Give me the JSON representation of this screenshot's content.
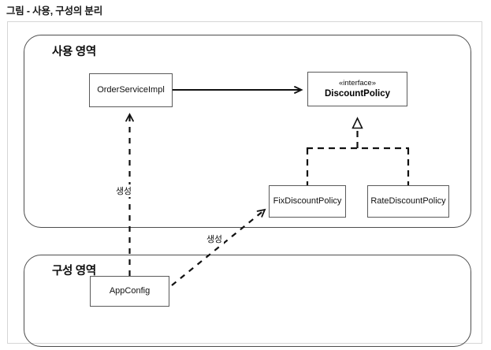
{
  "caption": "그림 - 사용, 구성의 분리",
  "diagram": {
    "type": "uml-class-diagram",
    "regions": [
      {
        "id": "use-region",
        "label": "사용 영역"
      },
      {
        "id": "config-region",
        "label": "구성 영역"
      }
    ],
    "nodes": [
      {
        "id": "order-service-impl",
        "label": "OrderServiceImpl",
        "stereotype": "",
        "region": "use-region"
      },
      {
        "id": "discount-policy",
        "label": "DiscountPolicy",
        "stereotype": "«interface»",
        "region": "use-region"
      },
      {
        "id": "fix-discount-policy",
        "label": "FixDiscountPolicy",
        "stereotype": "",
        "region": "use-region"
      },
      {
        "id": "rate-discount-policy",
        "label": "RateDiscountPolicy",
        "stereotype": "",
        "region": "use-region"
      },
      {
        "id": "app-config",
        "label": "AppConfig",
        "stereotype": "",
        "region": "config-region"
      }
    ],
    "edges": [
      {
        "id": "uses",
        "from": "order-service-impl",
        "to": "discount-policy",
        "style": "solid",
        "arrow": "open",
        "label": ""
      },
      {
        "id": "realize-fix",
        "from": "fix-discount-policy",
        "to": "discount-policy",
        "style": "dashed",
        "arrow": "hollow-triangle",
        "label": ""
      },
      {
        "id": "realize-rate",
        "from": "rate-discount-policy",
        "to": "discount-policy",
        "style": "dashed",
        "arrow": "hollow-triangle",
        "label": ""
      },
      {
        "id": "create-order-service",
        "from": "app-config",
        "to": "order-service-impl",
        "style": "dashed",
        "arrow": "open",
        "label": "생성"
      },
      {
        "id": "create-fix-policy",
        "from": "app-config",
        "to": "fix-discount-policy",
        "style": "dashed",
        "arrow": "open",
        "label": "생성"
      }
    ]
  },
  "colors": {
    "frame_border": "#d6d6d6",
    "region_border": "#4d4d4d",
    "node_border": "#5a5a5a",
    "line": "#111111",
    "text": "#111111",
    "background": "#ffffff"
  }
}
